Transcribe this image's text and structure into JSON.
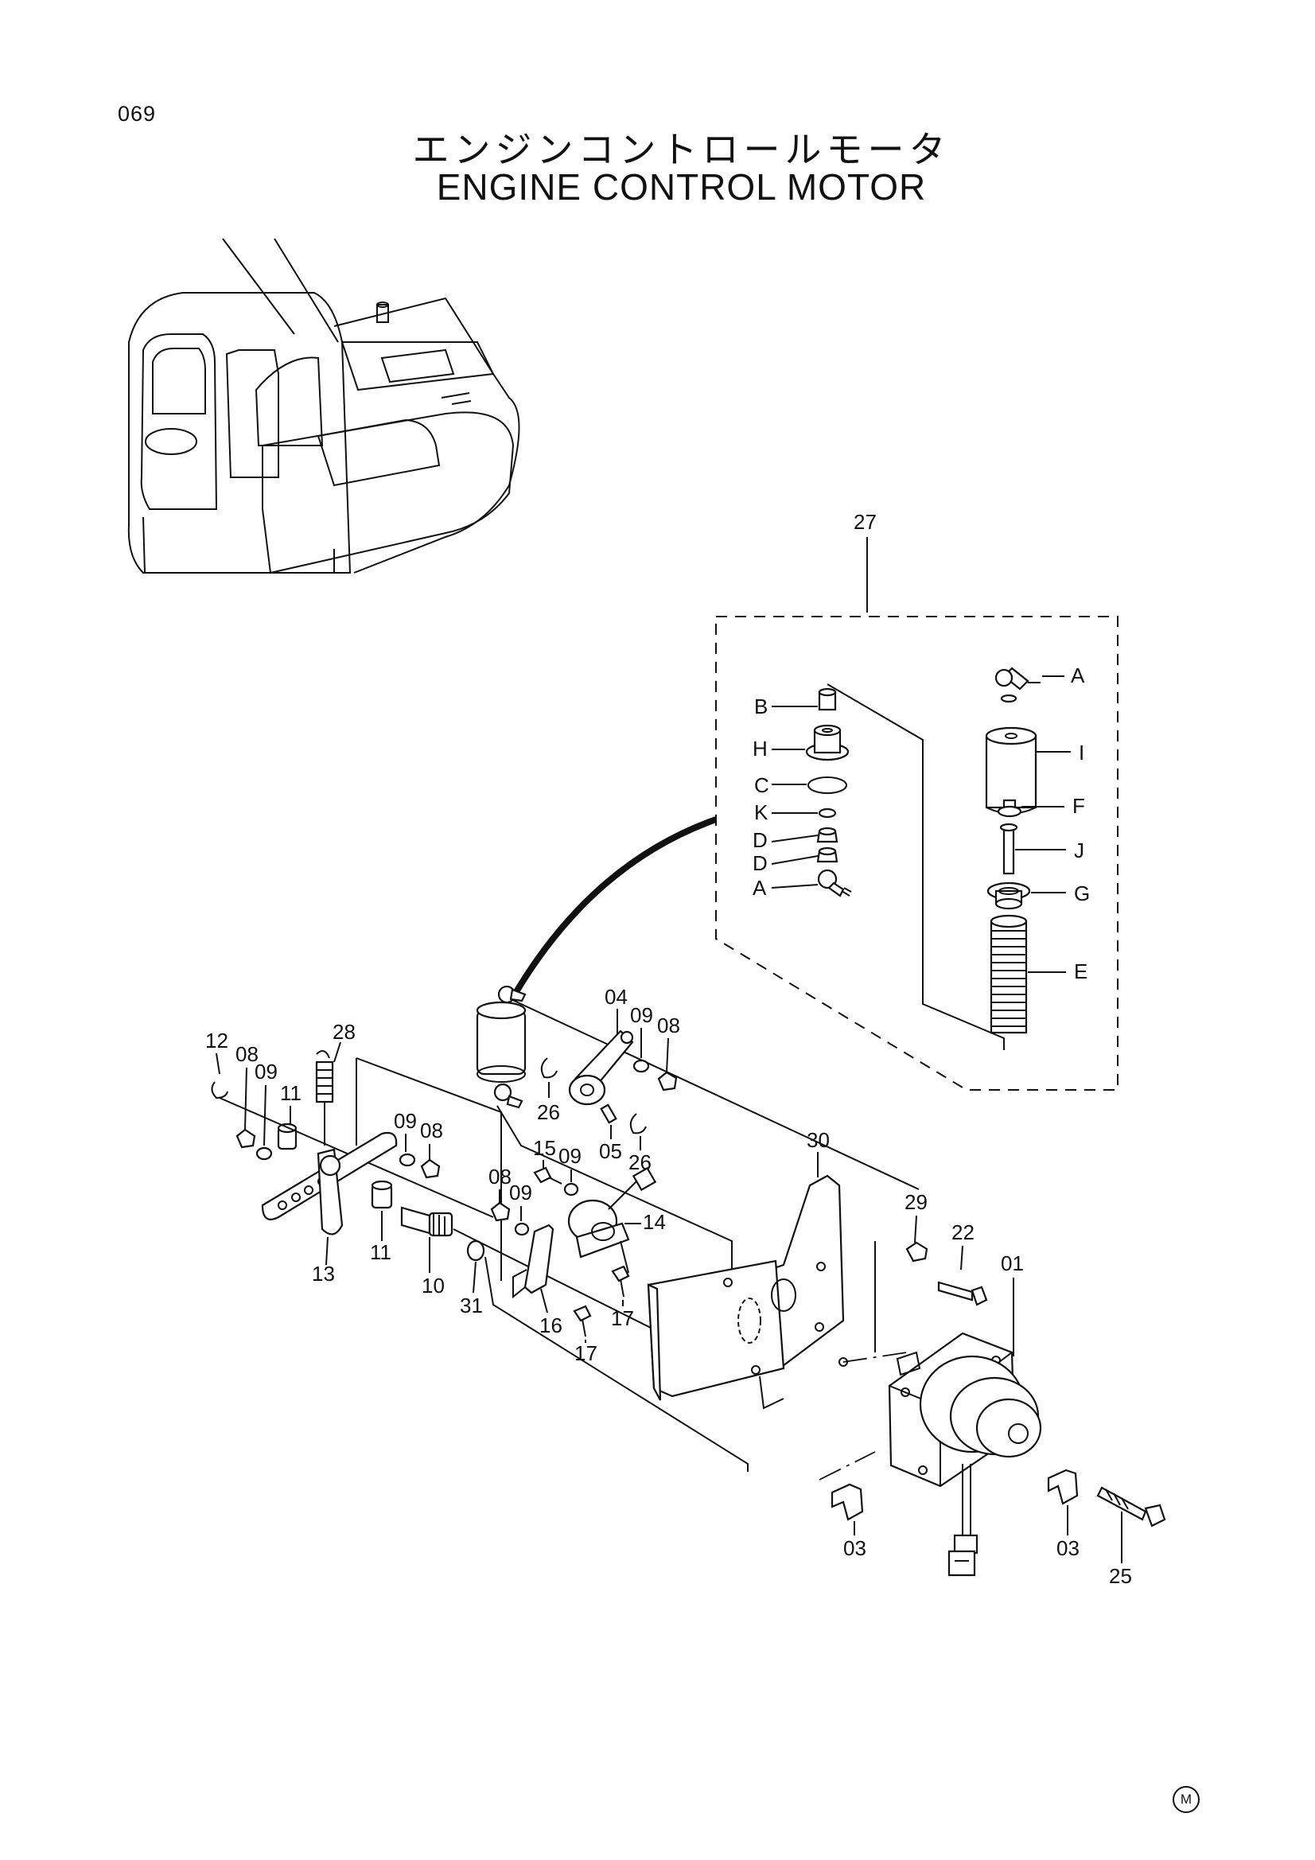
{
  "page_number": "069",
  "title_jp": "エンジンコントロールモータ",
  "title_en": "ENGINE CONTROL MOTOR",
  "corner_mark": "M",
  "labels": {
    "p27": "27",
    "A1": "A",
    "B": "B",
    "H": "H",
    "C": "C",
    "K": "K",
    "D1": "D",
    "D2": "D",
    "A2": "A",
    "I": "I",
    "F": "F",
    "J": "J",
    "G": "G",
    "E": "E",
    "p04": "04",
    "p09a": "09",
    "p08a": "08",
    "p12": "12",
    "p08b": "08",
    "p09b": "09",
    "p11a": "11",
    "p28": "28",
    "p26a": "26",
    "p26b": "26",
    "p05": "05",
    "p09c": "09",
    "p08c": "08",
    "p15": "15",
    "p09d": "09",
    "p08d": "08",
    "p09e": "09",
    "p14": "14",
    "p30": "30",
    "p29": "29",
    "p22": "22",
    "p01": "01",
    "p13": "13",
    "p11b": "11",
    "p10": "10",
    "p31": "31",
    "p16": "16",
    "p17a": "17",
    "p17b": "17",
    "p03a": "03",
    "p03b": "03",
    "p25": "25"
  }
}
